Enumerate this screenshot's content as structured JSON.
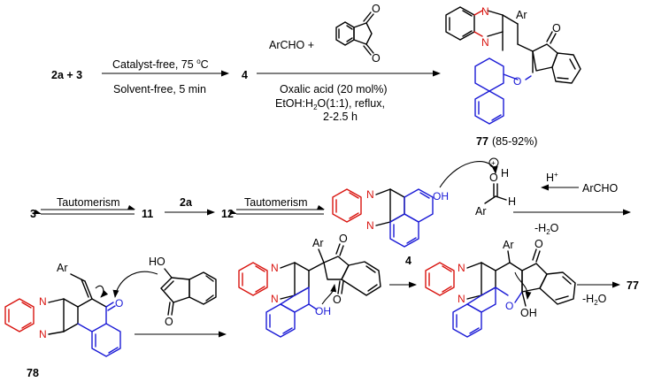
{
  "colors": {
    "nitrogen": "#d9140f",
    "oxygen_blue": "#1b1bd6",
    "bond": "#000000"
  },
  "row1": {
    "reactants": "2a + 3",
    "condition_top": "Catalyst-free, 75 ",
    "condition_top_sup": "o",
    "condition_top_end": "C",
    "condition_bottom": "Solvent-free, 5 min",
    "intermediate": "4",
    "reagent_archo": "ArCHO +",
    "cond2_line1": "Oxalic acid (20 mol%)",
    "cond2_line2a": "EtOH:H",
    "cond2_line2_sub": "2",
    "cond2_line2b": "O(1:1), reflux,",
    "cond2_line3": "2-2.5 h",
    "product_label": "77",
    "product_yield": "(85-92%)"
  },
  "row2": {
    "cmpd3": "3",
    "tautomerism1": "Tautomerism",
    "cmpd11": "11",
    "reagent_2a": "2a",
    "cmpd12": "12",
    "tautomerism2": "Tautomerism",
    "cmpd4": "4",
    "proton": "H",
    "proton_sup": "+",
    "archo": "ArCHO",
    "loss_water": "-H",
    "loss_water_sub": "2",
    "loss_water_end": "O",
    "ar_label": "Ar",
    "h_label": "H",
    "plus_charge": "+"
  },
  "row3": {
    "cmpd78": "78",
    "loss_water": "-H",
    "loss_water_sub": "2",
    "loss_water_end": "O",
    "product": "77"
  },
  "atoms": {
    "N": "N",
    "O": "O",
    "OH": "OH",
    "HO": "HO",
    "Ar": "Ar",
    "H": "H"
  }
}
